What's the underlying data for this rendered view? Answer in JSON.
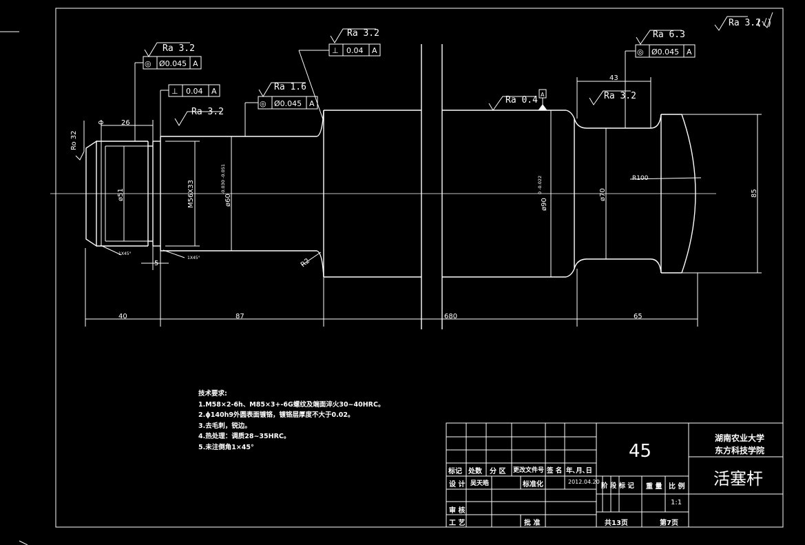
{
  "surface_marks": {
    "corner": "Ra 3.2",
    "corner_suffix": "(√)",
    "s1": "Ra 3.2",
    "s2": "Ra 3.2",
    "s3": "Ra 1.6",
    "s4": "Ra 3.2",
    "s5": "Ra 0.4",
    "s6": "Ra 6.3",
    "s7": "Ra 3.2",
    "left_vertical": "Ro 32"
  },
  "tolerance_frames": {
    "f1": {
      "symbol": "◎",
      "value": "Ø0.045",
      "datum": "A"
    },
    "f2": {
      "symbol": "⊥",
      "value": "0.04",
      "datum": "A"
    },
    "f3": {
      "symbol": "◎",
      "value": "Ø0.045",
      "datum": "A"
    },
    "f4": {
      "symbol": "⊥",
      "value": "0.04",
      "datum": "A"
    },
    "f5": {
      "symbol": "◎",
      "value": "Ø0.045",
      "datum": "A"
    },
    "datum_label": "A"
  },
  "dimensions": {
    "d26": "26",
    "d0": "0",
    "d43": "43",
    "d40": "40",
    "d87": "87",
    "d680": "680",
    "d65": "65",
    "d5": "5",
    "phi51": "ø51",
    "m56": "M56X33",
    "phi60": "ø60",
    "phi60_tol": "-0.030 -0.051",
    "phi90": "ø90",
    "phi90_tol": "0 -0.022",
    "phi70": "ø70",
    "r100": "R100",
    "r2": "R2",
    "d85": "85",
    "chamfer1": "1X45°",
    "chamfer2": "1X45°"
  },
  "notes": {
    "title": "技术要求:",
    "lines": [
      "1.M58×2-6h、M85×3+-6G螺纹及端面淬火30~40HRC。",
      "2.ϕ140h9外圆表面镀铬，镀铬层厚度不大于0.02。",
      "3.去毛刺，锐边。",
      "4.热处理：调质28~35HRC。",
      "5.未注倒角1×45°"
    ]
  },
  "title_block": {
    "material": "45",
    "school_line1": "湖南农业大学",
    "school_line2": "东方科技学院",
    "part_name": "活塞杆",
    "h_mark": "标记",
    "h_count": "处数",
    "h_zone": "分 区",
    "h_docno": "更改文件号",
    "h_sign": "签 名",
    "h_date": "年､月､日",
    "design": "设 计",
    "designer": "吴天皓",
    "standard": "标准化",
    "date": "2012.04.20",
    "stage": "阶 段 标 记",
    "weight": "重 量",
    "scale": "比 例",
    "scale_value": "1:1",
    "review": "审 核",
    "process": "工 艺",
    "approve": "批 准",
    "total": "共13页",
    "page": "第7页"
  }
}
